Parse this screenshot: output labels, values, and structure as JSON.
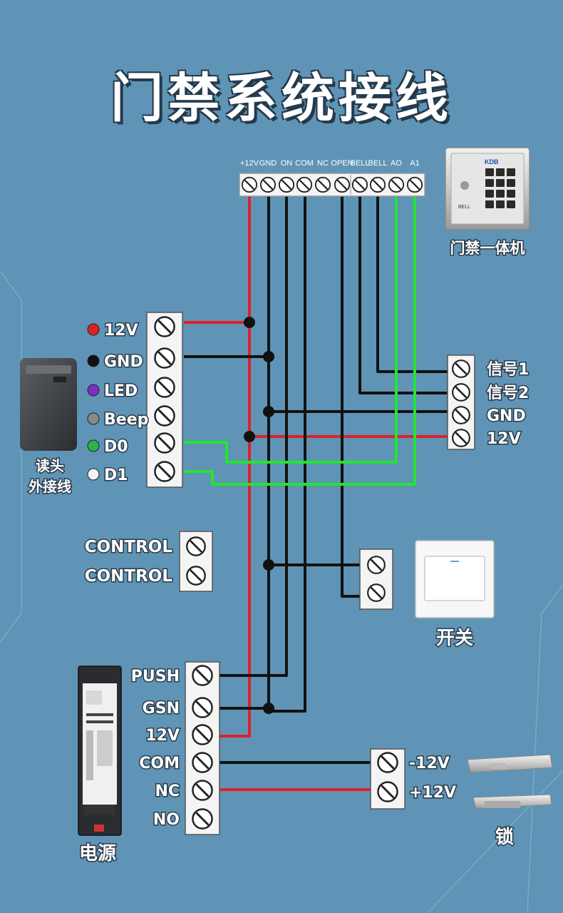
{
  "title": "门禁系统接线",
  "top_terminal": {
    "labels": [
      "+12V",
      "GND",
      "ON",
      "COM",
      "NC",
      "OPEN",
      "BELL",
      "BELL",
      "AO",
      "A1"
    ]
  },
  "access_controller": {
    "name": "门禁一体机",
    "brand": "KDB",
    "bell_text": "BELL"
  },
  "reader": {
    "name_line1": "读头",
    "name_line2": "外接线",
    "pins": [
      {
        "label": "12V",
        "dot_color": "#e02020"
      },
      {
        "label": "GND",
        "dot_color": "#111111"
      },
      {
        "label": "LED",
        "dot_color": "#7b2fc4"
      },
      {
        "label": "Beep",
        "dot_color": "#8a8a8a"
      },
      {
        "label": "D0",
        "dot_color": "#2fb24a"
      },
      {
        "label": "D1",
        "dot_color": "#f4f4f4"
      }
    ]
  },
  "signal_block": {
    "labels": [
      "信号1",
      "信号2",
      "GND",
      "12V"
    ]
  },
  "control_block": {
    "labels": [
      "CONTROL",
      "CONTROL"
    ]
  },
  "switch": {
    "name": "开关"
  },
  "power_supply": {
    "name": "电源",
    "pins": [
      "PUSH",
      "GSN",
      "12V",
      "COM",
      "NC",
      "NO"
    ]
  },
  "lock_block": {
    "labels": [
      "-12V",
      "+12V"
    ]
  },
  "lock": {
    "name": "锁"
  },
  "wire_colors": {
    "red": "#e0202a",
    "black": "#111111",
    "green": "#22e632"
  }
}
